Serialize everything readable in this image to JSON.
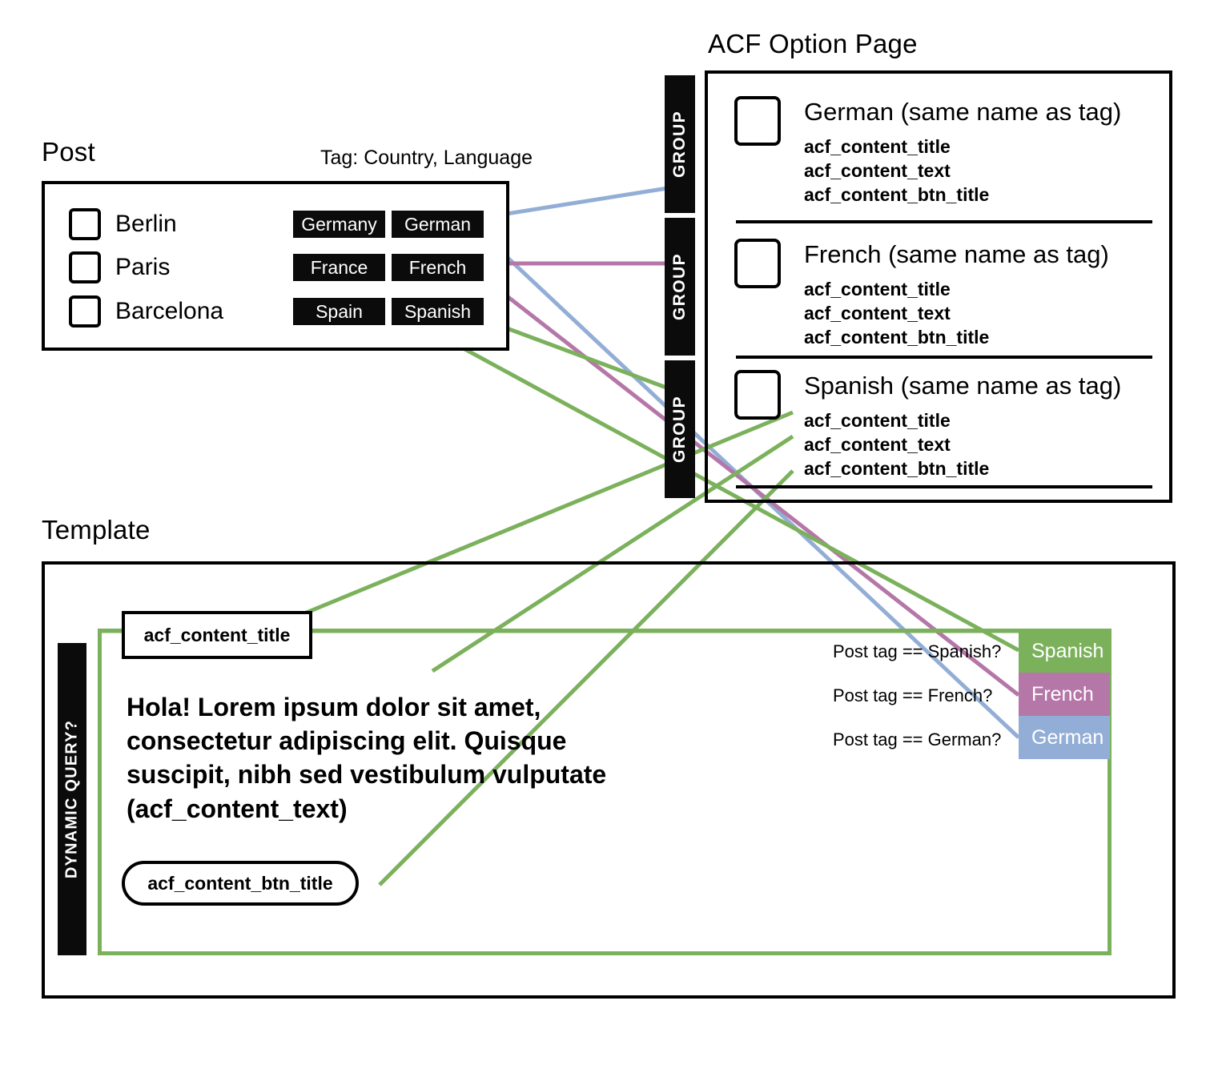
{
  "post": {
    "heading": "Post",
    "tag_note": "Tag: Country, Language",
    "cities": [
      "Berlin",
      "Paris",
      "Barcelona"
    ],
    "country_tags": [
      "Germany",
      "France",
      "Spain"
    ],
    "language_tags": [
      "German",
      "French",
      "Spanish"
    ]
  },
  "groups": {
    "label": "GROUP",
    "count": 3
  },
  "acf": {
    "heading": "ACF Option Page",
    "groups": [
      {
        "title": "German (same name as tag)",
        "fields": [
          "acf_content_title",
          "acf_content_text",
          "acf_content_btn_title"
        ]
      },
      {
        "title": "French (same name as tag)",
        "fields": [
          "acf_content_title",
          "acf_content_text",
          "acf_content_btn_title"
        ]
      },
      {
        "title": "Spanish (same name as tag)",
        "fields": [
          "acf_content_title",
          "acf_content_text",
          "acf_content_btn_title"
        ]
      }
    ]
  },
  "template": {
    "heading": "Template",
    "dynamic_query_label": "DYNAMIC QUERY?",
    "title_field": "acf_content_title",
    "body_text": "Hola! Lorem ipsum dolor sit amet, consectetur adipiscing elit. Quisque suscipit, nibh sed vestibulum vulputate (acf_content_text)",
    "button_field": "acf_content_btn_title",
    "conditions": [
      {
        "label": "Post tag == Spanish?",
        "language": "Spanish",
        "color": "#7cb15c"
      },
      {
        "label": "Post tag == French?",
        "language": "French",
        "color": "#b576a8"
      },
      {
        "label": "Post tag == German?",
        "language": "German",
        "color": "#93aed6"
      }
    ]
  },
  "colors": {
    "green": "#7cb15c",
    "purple": "#b576a8",
    "blue": "#93aed6",
    "black": "#0b0b0b"
  }
}
